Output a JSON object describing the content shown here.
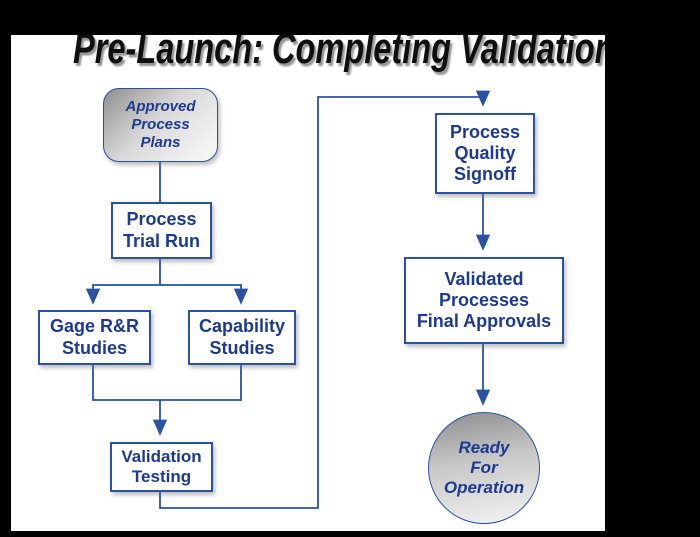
{
  "title": "Pre-Launch: Completing Validation",
  "colors": {
    "background": "#000000",
    "canvas": "#ffffff",
    "node_border": "#2a52a0",
    "node_text": "#1d3a8f",
    "connector": "#2a52a0",
    "title_text": "#0f0f0f",
    "title_shadow": "#8a8a8a",
    "gradient_gray": "#8f8f8f"
  },
  "nodes": {
    "approved": {
      "shape": "rounded-rect",
      "lines": [
        "Approved",
        "Process",
        "Plans"
      ]
    },
    "trial": {
      "shape": "rect",
      "lines": [
        "Process",
        "Trial Run"
      ]
    },
    "gage": {
      "shape": "rect",
      "lines": [
        "Gage R&R",
        "Studies"
      ]
    },
    "capability": {
      "shape": "rect",
      "lines": [
        "Capability",
        "Studies"
      ]
    },
    "validation": {
      "shape": "rect",
      "lines": [
        "Validation",
        "Testing"
      ]
    },
    "signoff": {
      "shape": "rect",
      "lines": [
        "Process",
        "Quality",
        "Signoff"
      ]
    },
    "validated": {
      "shape": "rect",
      "lines": [
        "Validated",
        "Processes",
        "Final Approvals"
      ]
    },
    "ready": {
      "shape": "circle",
      "lines": [
        "Ready",
        "For",
        "Operation"
      ]
    }
  }
}
